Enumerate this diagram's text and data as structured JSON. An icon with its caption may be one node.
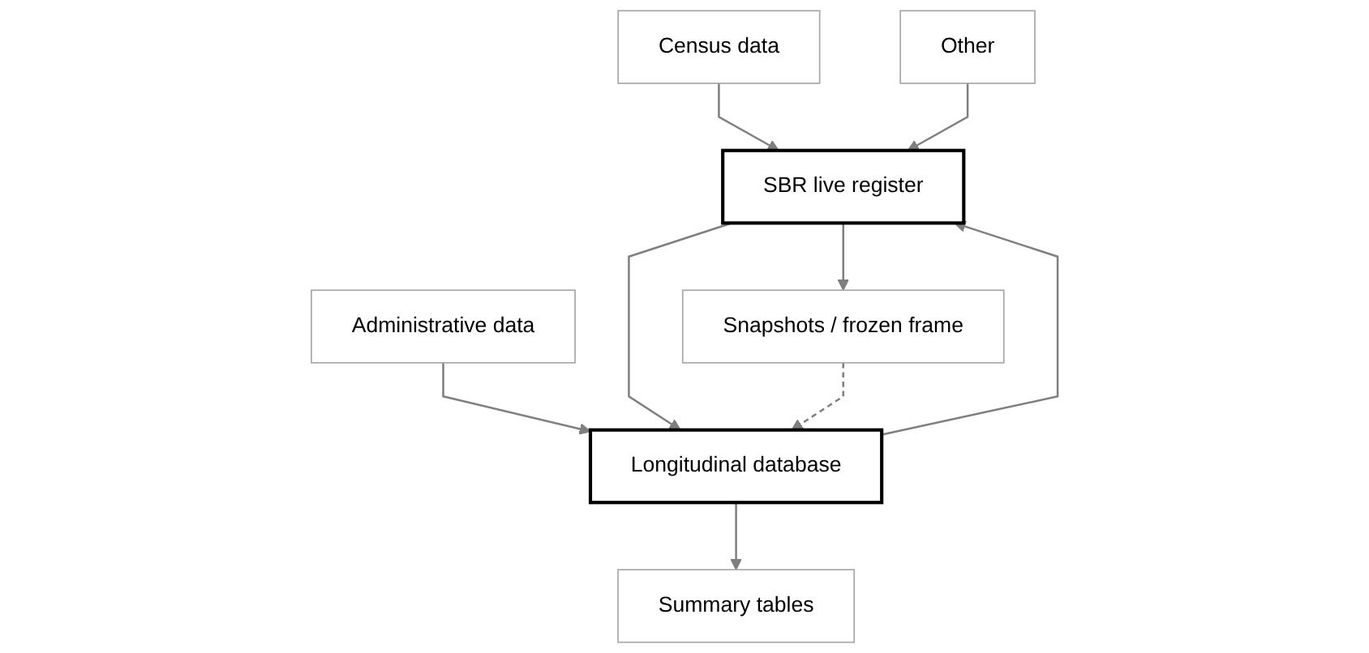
{
  "diagram": {
    "nodes": [
      {
        "text": [
          "Other"
        ]
      },
      {
        "text": [
          "Census data"
        ]
      },
      {
        "text": [
          "Administrative data"
        ]
      },
      {
        "text": [
          "SBR live register"
        ]
      },
      {
        "text": [
          "Longitudinal database"
        ]
      },
      {
        "text": [
          "Snapshots / frozen frame"
        ]
      },
      {
        "text": [
          "Summary tables"
        ]
      }
    ],
    "edges": [
      {
        "from": 1,
        "to": 3,
        "arrow": "to"
      },
      {
        "from": 0,
        "to": 3,
        "arrow": "to"
      },
      {
        "from": 2,
        "to": 4,
        "arrow": "to"
      },
      {
        "from": 4,
        "to": 3,
        "arrow": "to"
      },
      {
        "from": 3,
        "to": 4,
        "arrow": "to"
      },
      {
        "from": 3,
        "to": 5,
        "arrow": "to"
      },
      {
        "from": 5,
        "to": 4,
        "arrow": "to",
        "style": "dashed"
      },
      {
        "from": 4,
        "to": 6,
        "arrow": "to"
      }
    ]
  }
}
